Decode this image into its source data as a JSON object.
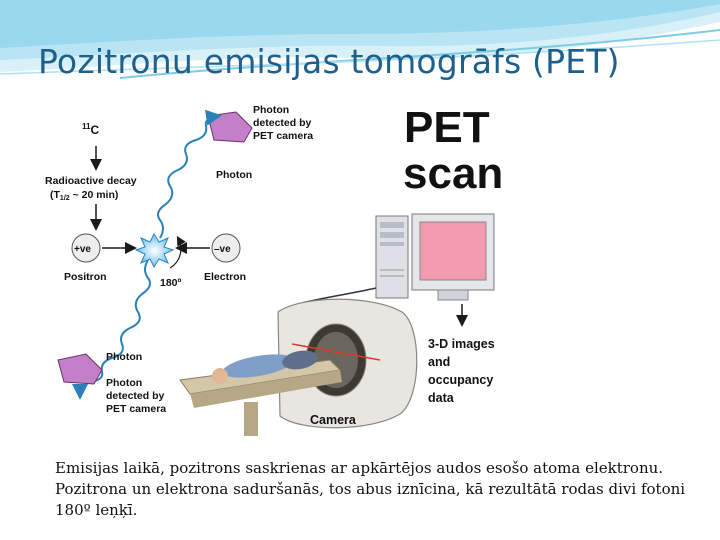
{
  "slide": {
    "title": "Pozitronu emisijas tomogrāfs (PET)",
    "caption_lines": [
      "Emisijas laikā, pozitrons saskrienas ar apkārtējos audos esošo atoma elektronu.",
      "Pozitrona un elektrona saduršanās, tos abus iznīcina, kā rezultātā rodas divi fotoni",
      "180º leņķī."
    ]
  },
  "figure": {
    "heading_line1": "PET",
    "heading_line2": "scan",
    "isotope": "11C",
    "isotope_mass": "11",
    "isotope_symbol": "C",
    "decay_line1": "Radioactive decay",
    "decay_line2": "(T1/2 ~ 20 min)",
    "decay_line2_prefix": "(T",
    "decay_line2_sub": "1/2",
    "decay_line2_suffix": " ~ 20 min)",
    "photon_top_line1": "Photon",
    "photon_top_line2": "detected by",
    "photon_top_line3": "PET camera",
    "photon_label_right": "Photon",
    "positron_symbol": "+ve",
    "positron_label": "Positron",
    "electron_symbol": "–ve",
    "electron_label": "Electron",
    "angle": "180º",
    "photon_label_left": "Photon",
    "photon_bottom_line1": "Photon",
    "photon_bottom_line2": "detected by",
    "photon_bottom_line3": "PET camera",
    "output_line1": "3-D images",
    "output_line2": "and",
    "output_line3": "occupancy",
    "output_line4": "data",
    "camera_label": "Camera"
  },
  "colors": {
    "title": "#1e5f8c",
    "wave": "#8fd3ea",
    "detector": "#c47fc9",
    "photon_path": "#2c82b8",
    "screen": "#f29ab0",
    "arrow": "#1a1a1a"
  }
}
